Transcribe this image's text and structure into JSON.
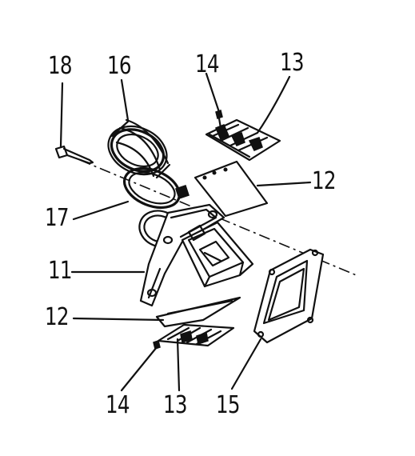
{
  "callouts": {
    "c18": "18",
    "c16": "16",
    "c14_top": "14",
    "c13_top": "13",
    "c12_right": "12",
    "c17": "17",
    "c11": "11",
    "c12_left": "12",
    "c14_bottom": "14",
    "c13_bottom": "13",
    "c15": "15"
  },
  "colors": {
    "ink": "#111111",
    "paper": "#ffffff"
  }
}
